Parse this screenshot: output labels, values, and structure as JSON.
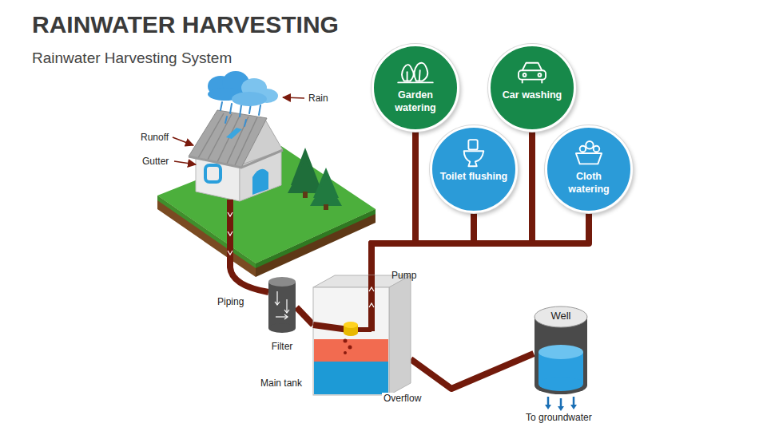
{
  "diagram": {
    "title": "RAINWATER HARVESTING",
    "nodes": [
      {
        "text": [
          "Garden watering"
        ]
      },
      {
        "text": [
          "Car washing"
        ]
      },
      {
        "text": [
          "Toilet flushing"
        ]
      },
      {
        "text": [
          "Cloth watering"
        ]
      },
      {
        "text": [
          "Filter"
        ]
      },
      {
        "text": [
          "Main tank"
        ]
      },
      {
        "text": [
          "Well"
        ]
      }
    ],
    "edges": [
      {
        "from": 4,
        "to": 5,
        "arrow": "none"
      },
      {
        "from": 5,
        "to": 0,
        "arrow": "none"
      },
      {
        "from": 5,
        "to": 1,
        "arrow": "none"
      },
      {
        "from": 5,
        "to": 2,
        "arrow": "none"
      },
      {
        "from": 5,
        "to": 3,
        "arrow": "none"
      },
      {
        "from": 5,
        "to": 6,
        "label": "Overflow",
        "arrow": "none"
      }
    ],
    "labels": [
      "Rainwater Harvesting System",
      "Rain",
      "Runoff",
      "Gutter",
      "Piping",
      "Pump",
      "To groundwater"
    ]
  }
}
